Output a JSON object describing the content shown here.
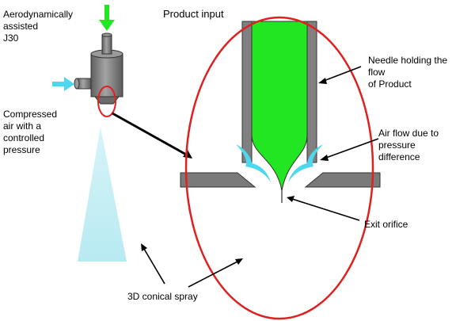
{
  "labels": {
    "device_line1": "Aerodynamically",
    "device_line2": "assisted",
    "device_line3": "J30",
    "product_input": "Product input",
    "compressed_line1": "Compressed",
    "compressed_line2": "air with a",
    "compressed_line3": "controlled",
    "compressed_line4": "pressure",
    "needle_line1": "Needle holding the",
    "needle_line2": "flow",
    "needle_line3": "of Product",
    "airflow_line1": "Air flow due to",
    "airflow_line2": "pressure",
    "airflow_line3": "difference",
    "exit_orifice": "Exit orifice",
    "spray": "3D conical spray"
  },
  "colors": {
    "product_fill": "#22e622",
    "needle_wall": "#808080",
    "outline": "#333333",
    "highlight_ring": "#e02020",
    "air_flow": "#4dd8f0",
    "spray_cone": "#c4eef5",
    "leader_line": "#000000",
    "device_body": "#7a7a7a"
  }
}
